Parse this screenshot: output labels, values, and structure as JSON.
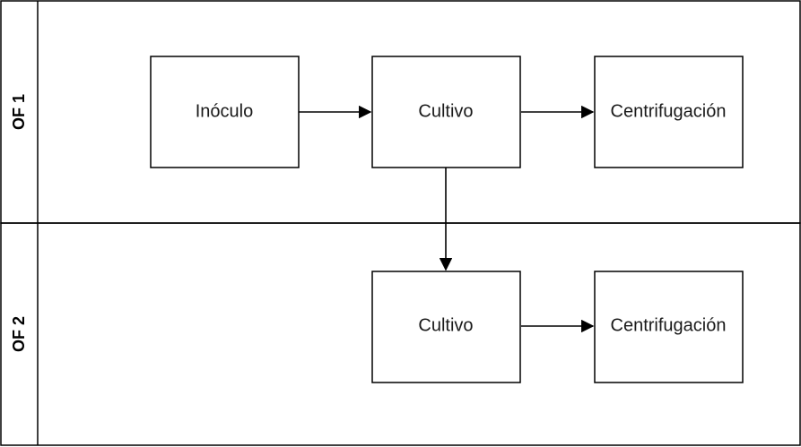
{
  "lanes": [
    {
      "label": "OF 1"
    },
    {
      "label": "OF 2"
    }
  ],
  "nodes": {
    "inoculo": "Inóculo",
    "cultivo1": "Cultivo",
    "centrifugacion1": "Centrifugación",
    "cultivo2": "Cultivo",
    "centrifugacion2": "Centrifugación"
  }
}
